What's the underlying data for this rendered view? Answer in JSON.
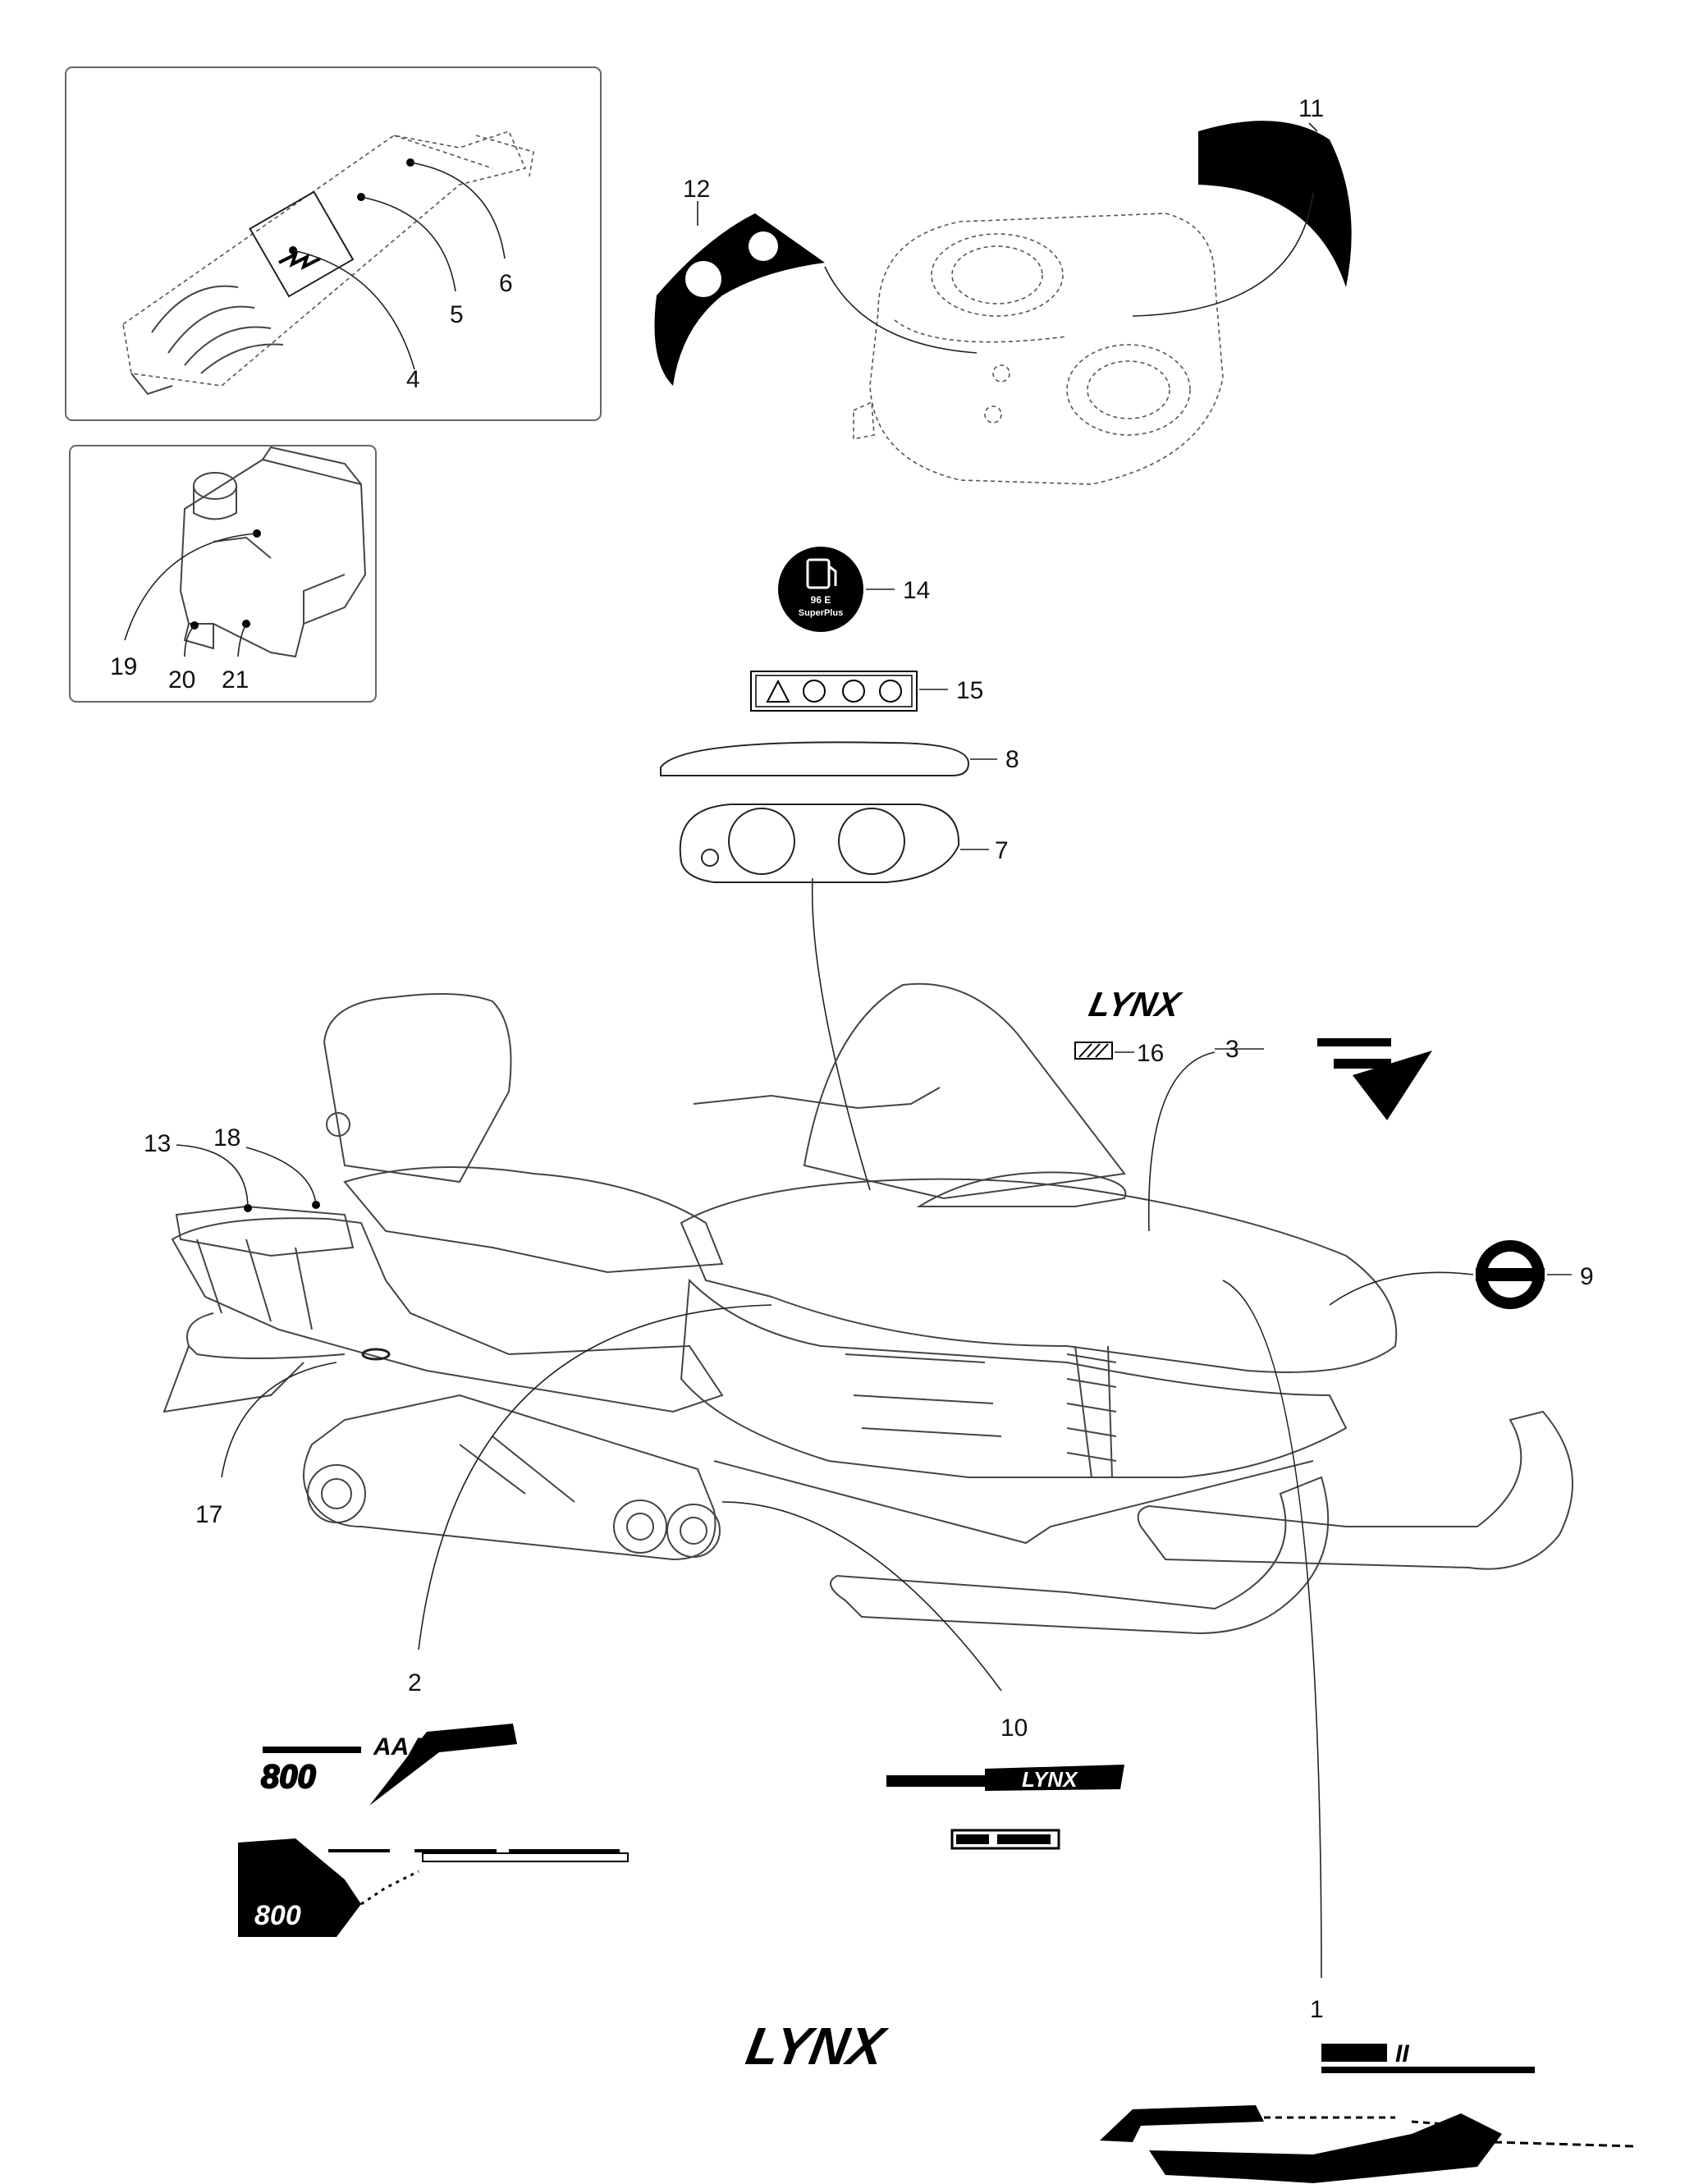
{
  "callouts": [
    {
      "id": "c1",
      "text": "1"
    },
    {
      "id": "c2",
      "text": "2"
    },
    {
      "id": "c3",
      "text": "3"
    },
    {
      "id": "c4",
      "text": "4"
    },
    {
      "id": "c5",
      "text": "5"
    },
    {
      "id": "c6",
      "text": "6"
    },
    {
      "id": "c7",
      "text": "7"
    },
    {
      "id": "c8",
      "text": "8"
    },
    {
      "id": "c9",
      "text": "9"
    },
    {
      "id": "c10",
      "text": "10"
    },
    {
      "id": "c11",
      "text": "11"
    },
    {
      "id": "c12",
      "text": "12"
    },
    {
      "id": "c13",
      "text": "13"
    },
    {
      "id": "c14",
      "text": "14"
    },
    {
      "id": "c15",
      "text": "15"
    },
    {
      "id": "c16",
      "text": "16"
    },
    {
      "id": "c17",
      "text": "17"
    },
    {
      "id": "c18",
      "text": "18"
    },
    {
      "id": "c19",
      "text": "19"
    },
    {
      "id": "c20",
      "text": "20"
    },
    {
      "id": "c21",
      "text": "21"
    }
  ],
  "decals": {
    "fuel_label": {
      "line1": "96 E",
      "line2": "SuperPlus"
    }
  },
  "colors": {
    "line": "#444444",
    "ink": "#000000",
    "background": "#ffffff"
  }
}
